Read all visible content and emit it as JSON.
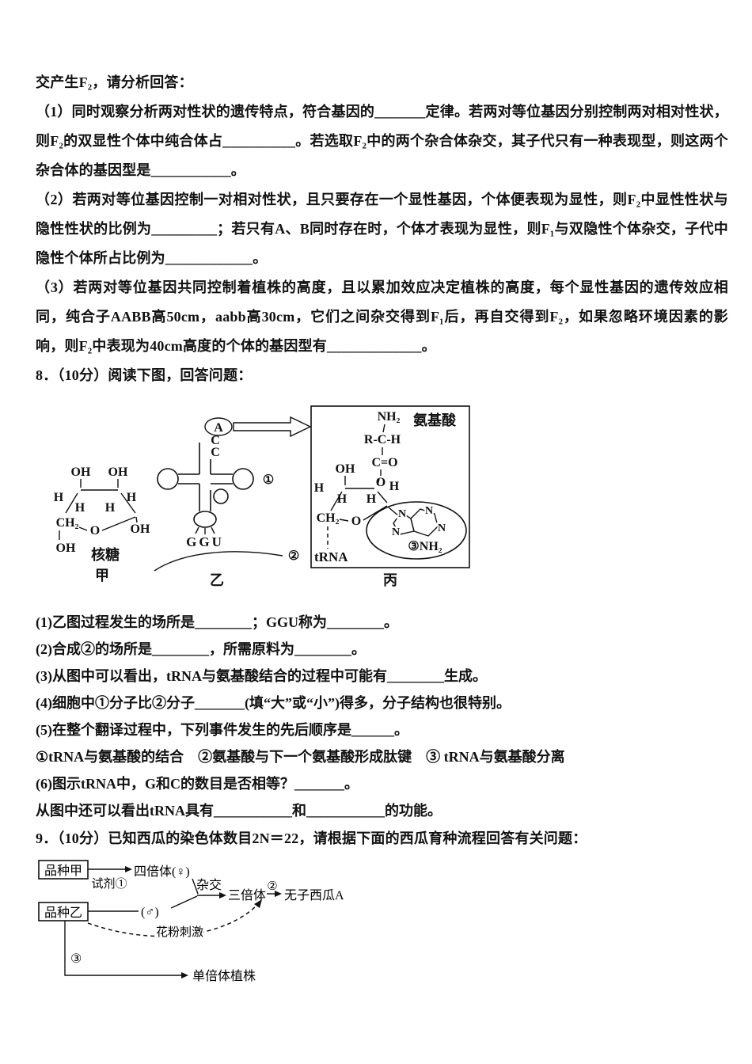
{
  "page": {
    "bg": "#ffffff",
    "ink": "#111111"
  },
  "q7": {
    "intro": "交产生F₂，请分析回答：",
    "part1": "（1）同时观察分析两对性状的遗传特点，符合基因的_______定律。若两对等位基因分别控制两对相对性状，则F₂的双显性个体中纯合体占__________。若选取F₂中的两个杂合体杂交，其子代只有一种表现型，则这两个杂合体的基因型是___________。",
    "part2": "（2）若两对等位基因控制一对相对性状，且只要存在一个显性基因，个体便表现为显性，则F₂中显性性状与隐性性状的比例为_________；若只有A、B同时存在时，个体才表现为显性，则F₁与双隐性个体杂交，子代中隐性个体所占比例为____________。",
    "part3": "（3）若两对等位基因共同控制着植株的高度，且以累加效应决定植株的高度，每个显性基因的遗传效应相同，纯合子AABB高50cm，aabb高30cm，它们之间杂交得到F₁后，再自交得到F₂，如果忽略环境因素的影响，则F₂中表现为40cm高度的个体的基因型有_____________。"
  },
  "q8": {
    "header": "8．（10分）阅读下图，回答问题：",
    "sub1": "(1)乙图过程发生的场所是________；GGU称为________。",
    "sub2": "(2)合成②的场所是________，所需原料为________。",
    "sub3": "(3)从图中可以看出，tRNA与氨基酸结合的过程中可能有________生成。",
    "sub4": "(4)细胞中①分子比②分子_______(填“大”或“小”)得多，分子结构也很特别。",
    "sub5": "(5)在整个翻译过程中，下列事件发生的先后顺序是______。",
    "options": "①tRNA与氨基酸的结合　②氨基酸与下一个氨基酸形成肽键　③ tRNA与氨基酸分离",
    "sub6": "(6)图示tRNA中，G和C的数目是否相等？_______。",
    "closing": "从图中还可以看出tRNA具有___________和___________的功能。"
  },
  "q9": {
    "header": "9．（10分）已知西瓜的染色体数目2N＝22，请根据下面的西瓜育种流程回答有关问题："
  },
  "figure_trna": {
    "jia": {
      "oh_top_left": "OH",
      "oh_top_right": "OH",
      "h_outer_left": "H",
      "h_outer_right": "H",
      "h_inner_left": "H",
      "h_inner_right": "H",
      "ch2": "CH₂",
      "o_ring": "O",
      "oh_right": "OH",
      "oh_bottom": "OH",
      "caption": "核糖",
      "tag": "甲"
    },
    "yi": {
      "a": "A",
      "c1": "C",
      "c2": "C",
      "circ1": "①",
      "anticodon": "GGU",
      "circ2": "②",
      "tag": "乙"
    },
    "bing": {
      "nh2_top": "NH₂",
      "rch": "R-C-H",
      "co": "C=O",
      "o_ester": "O",
      "oh": "OH",
      "h_outer_left": "H",
      "h_inner_left": "H",
      "h_inner_right": "H",
      "h_outer_right": "H",
      "ch2": "CH₂",
      "o_ring": "O",
      "n_tl": "N",
      "n_tr": "N",
      "n_bl": "N",
      "n_r": "N",
      "amine": "③NH₂",
      "trna": "tRNA",
      "amino_acid": "氨基酸",
      "tag": "丙"
    }
  },
  "figure_breeding": {
    "box_a": "品种甲",
    "reagent": "试剂①",
    "tetraploid": "四倍体(♀)",
    "box_b": "品种乙",
    "male": "(♂)",
    "cross": "杂交",
    "triploid": "三倍体",
    "circ2": "②",
    "seedless": "无子西瓜A",
    "pollen": "花粉刺激",
    "circ3": "③",
    "haploid": "单倍体植株"
  }
}
